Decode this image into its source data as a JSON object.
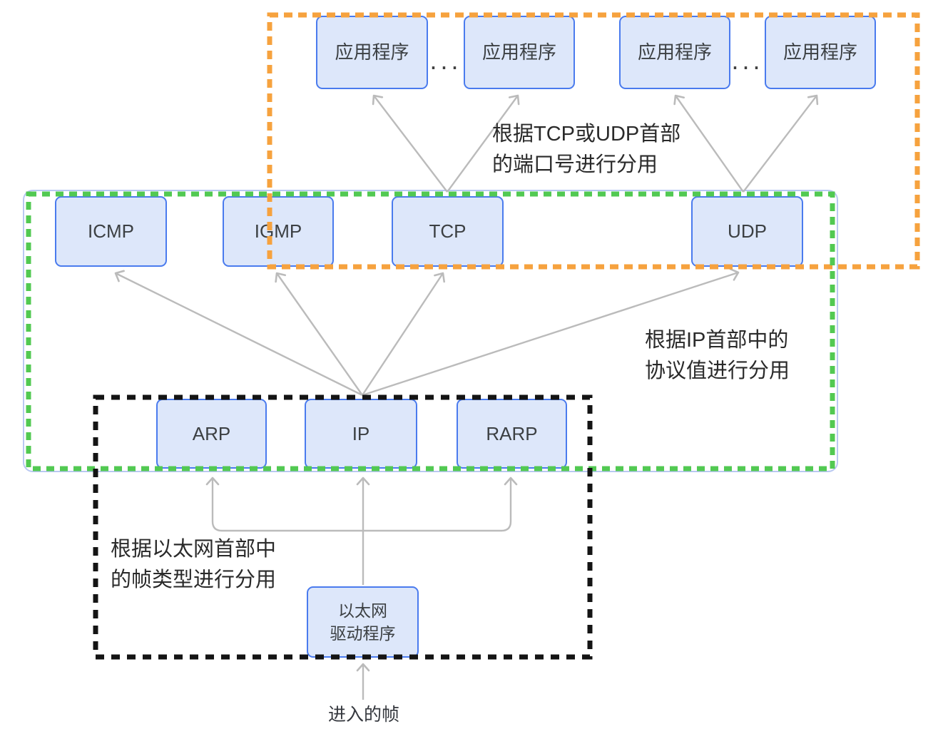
{
  "boxes": {
    "applications": [
      {
        "label": "应用程序"
      },
      {
        "label": "应用程序"
      },
      {
        "label": "应用程序"
      },
      {
        "label": "应用程序"
      }
    ],
    "transport": [
      {
        "label": "ICMP"
      },
      {
        "label": "IGMP"
      },
      {
        "label": "TCP"
      },
      {
        "label": "UDP"
      }
    ],
    "link": [
      {
        "label": "ARP"
      },
      {
        "label": "IP"
      },
      {
        "label": "RARP"
      }
    ],
    "driver": {
      "line1": "以太网",
      "line2": "驱动程序"
    }
  },
  "annotations": {
    "tcp_udp_ports": {
      "line1": "根据TCP或UDP首部",
      "line2": "的端口号进行分用"
    },
    "ip_protocol": {
      "line1": "根据IP首部中的",
      "line2": "协议值进行分用"
    },
    "ethernet_frame_type": {
      "line1": "根据以太网首部中",
      "line2": "的帧类型进行分用"
    }
  },
  "labels": {
    "incoming_frame": "进入的帧",
    "ellipsis_left": "···",
    "ellipsis_right": "···"
  },
  "colors": {
    "node_fill": "#dde7fa",
    "node_border": "#4a7bee",
    "orange_dash": "#f6a23e",
    "green_dash": "#52c952",
    "black_dash": "#141414",
    "arrow": "#bbbbbb",
    "outer_frame": "#b9c8f2",
    "node_text": "#3c4043",
    "annotation_text": "#2a2a2a"
  }
}
